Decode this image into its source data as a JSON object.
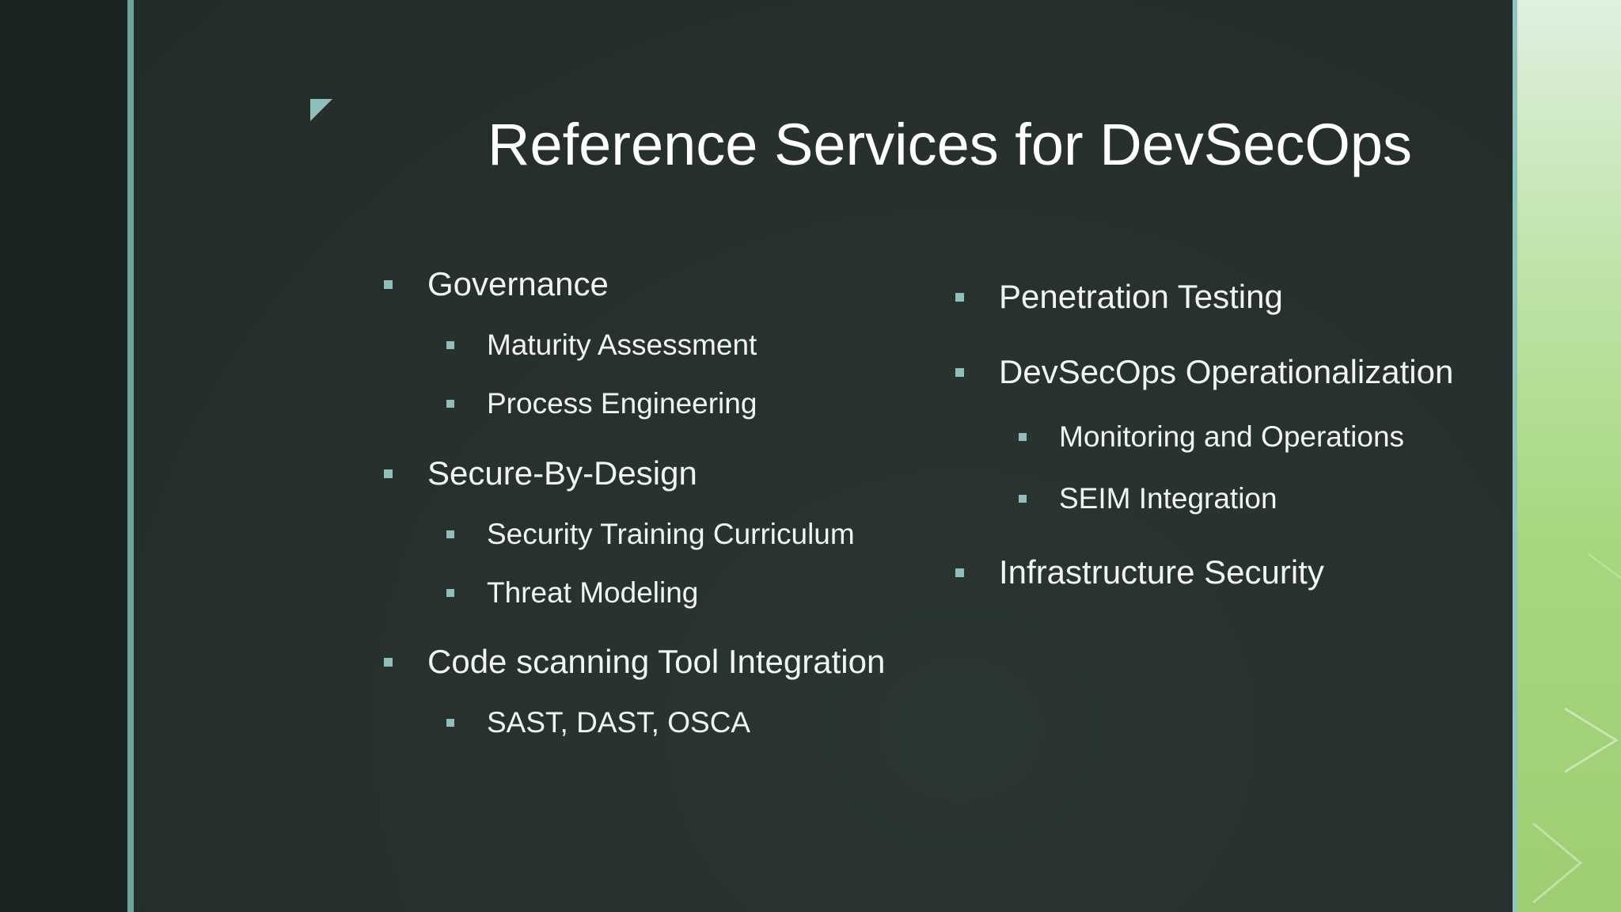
{
  "slide": {
    "title": "Reference Services for DevSecOps",
    "accent_color": "#8ebfba",
    "background_color": "#27302c",
    "left_column": [
      {
        "label": "Governance",
        "children": [
          "Maturity Assessment",
          "Process Engineering"
        ]
      },
      {
        "label": "Secure-By-Design",
        "children": [
          "Security Training Curriculum",
          "Threat Modeling"
        ]
      },
      {
        "label": "Code scanning Tool Integration",
        "children": [
          "SAST, DAST, OSCA"
        ]
      }
    ],
    "right_column": [
      {
        "label": "Penetration Testing",
        "children": []
      },
      {
        "label": "DevSecOps Operationalization",
        "children": [
          "Monitoring and Operations",
          "SEIM Integration"
        ]
      },
      {
        "label": "Infrastructure Security",
        "children": []
      }
    ],
    "bullet_icon": "square-bullet-icon",
    "corner_icon": "corner-triangle-icon"
  }
}
